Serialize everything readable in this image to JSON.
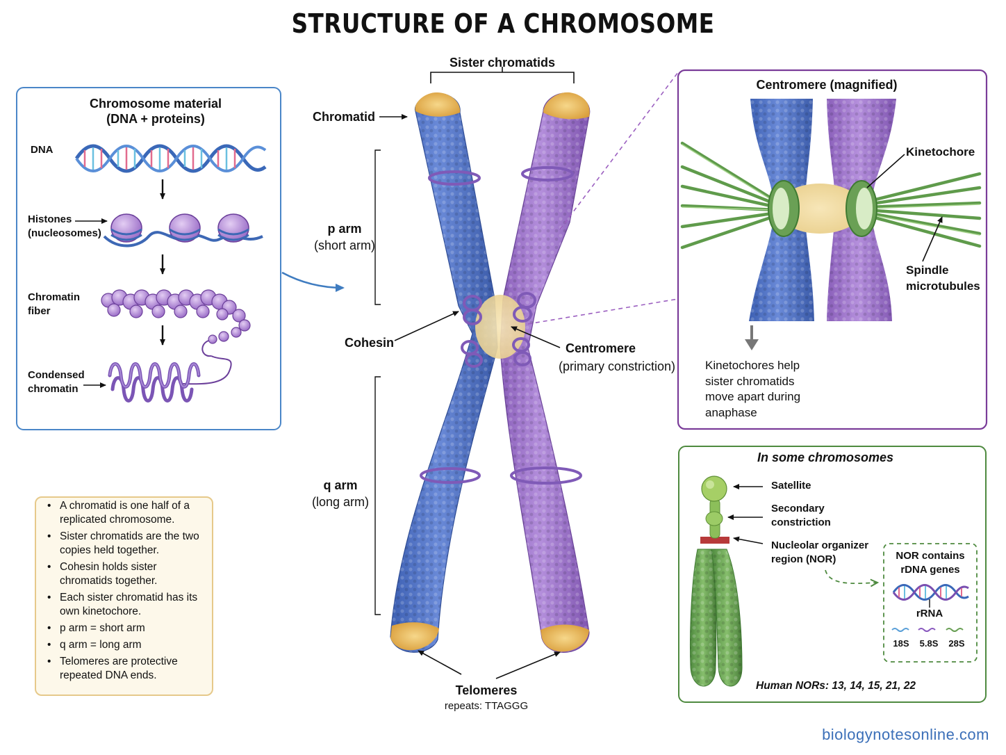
{
  "title": "STRUCTURE OF A CHROMOSOME",
  "left_panel": {
    "title": "Chromosome material\n(DNA + proteins)",
    "dna": "DNA",
    "histones": "Histones\n(nucleosomes)",
    "fiber": "Chromatin\nfiber",
    "condensed": "Condensed\nchromatin"
  },
  "center": {
    "sister_chromatids": "Sister chromatids",
    "chromatid": "Chromatid",
    "p_arm": "p arm",
    "p_arm_sub": "(short arm)",
    "q_arm": "q arm",
    "q_arm_sub": "(long arm)",
    "cohesin": "Cohesin",
    "centromere": "Centromere",
    "centromere_sub": "(primary constriction)",
    "telomeres": "Telomeres",
    "telomeres_sub": "repeats: TTAGGG"
  },
  "magnified": {
    "title": "Centromere (magnified)",
    "kinetochore": "Kinetochore",
    "spindle": "Spindle\nmicrotubules",
    "note": "Kinetochores help\nsister chromatids\nmove apart during\nanaphase"
  },
  "facts": [
    "A chromatid is one half of a replicated chromosome.",
    "Sister chromatids are the two copies held together.",
    "Cohesin holds sister chromatids together.",
    "Each sister chromatid has its own kinetochore.",
    "p arm = short arm",
    "q arm = long arm",
    "Telomeres are protective repeated DNA ends."
  ],
  "some": {
    "title": "In some chromosomes",
    "satellite": "Satellite",
    "secondary": "Secondary\nconstriction",
    "nor": "Nucleolar organizer\nregion (NOR)",
    "nor_box": "NOR contains\nrDNA genes",
    "rrna": "rRNA",
    "s18": "18S",
    "s58": "5.8S",
    "s28": "28S",
    "human": "Human NORs: 13, 14, 15, 21, 22"
  },
  "footer": "biologynotesonline.com",
  "colors": {
    "blue": "#4f74c9",
    "purple": "#9b72c6",
    "telomere": "#efbd5a",
    "green": "#6aa055",
    "left_border": "#4a86c8",
    "magnified_border": "#7a3c99",
    "some_border": "#4e8a3f",
    "facts_border": "#e6c98a",
    "facts_bg": "#fdf8ea"
  }
}
